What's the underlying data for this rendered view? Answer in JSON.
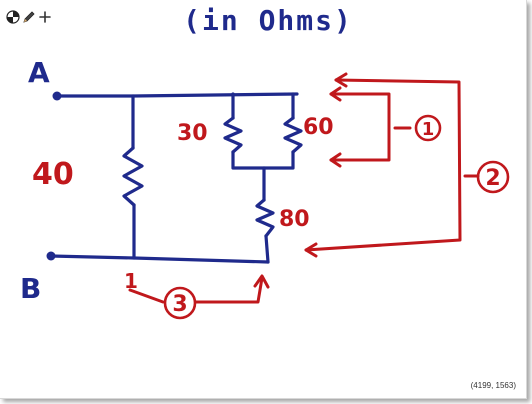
{
  "title": "(in Ohms)",
  "terminals": {
    "a": "A",
    "b": "B"
  },
  "resistors": {
    "r40": "40",
    "r30": "30",
    "r60": "60",
    "r80": "80"
  },
  "steps": {
    "step1": "1",
    "step2": "2",
    "step3": "3"
  },
  "misc": {
    "small_one": "1"
  },
  "coordinates_readout": "(4199, 1563)",
  "toolbar": {
    "icons": [
      "palette-icon",
      "pen-icon",
      "add-icon"
    ]
  },
  "colors": {
    "circuit": "#1f2a8c",
    "annotation": "#c0181c",
    "title": "#1f2a8c"
  }
}
